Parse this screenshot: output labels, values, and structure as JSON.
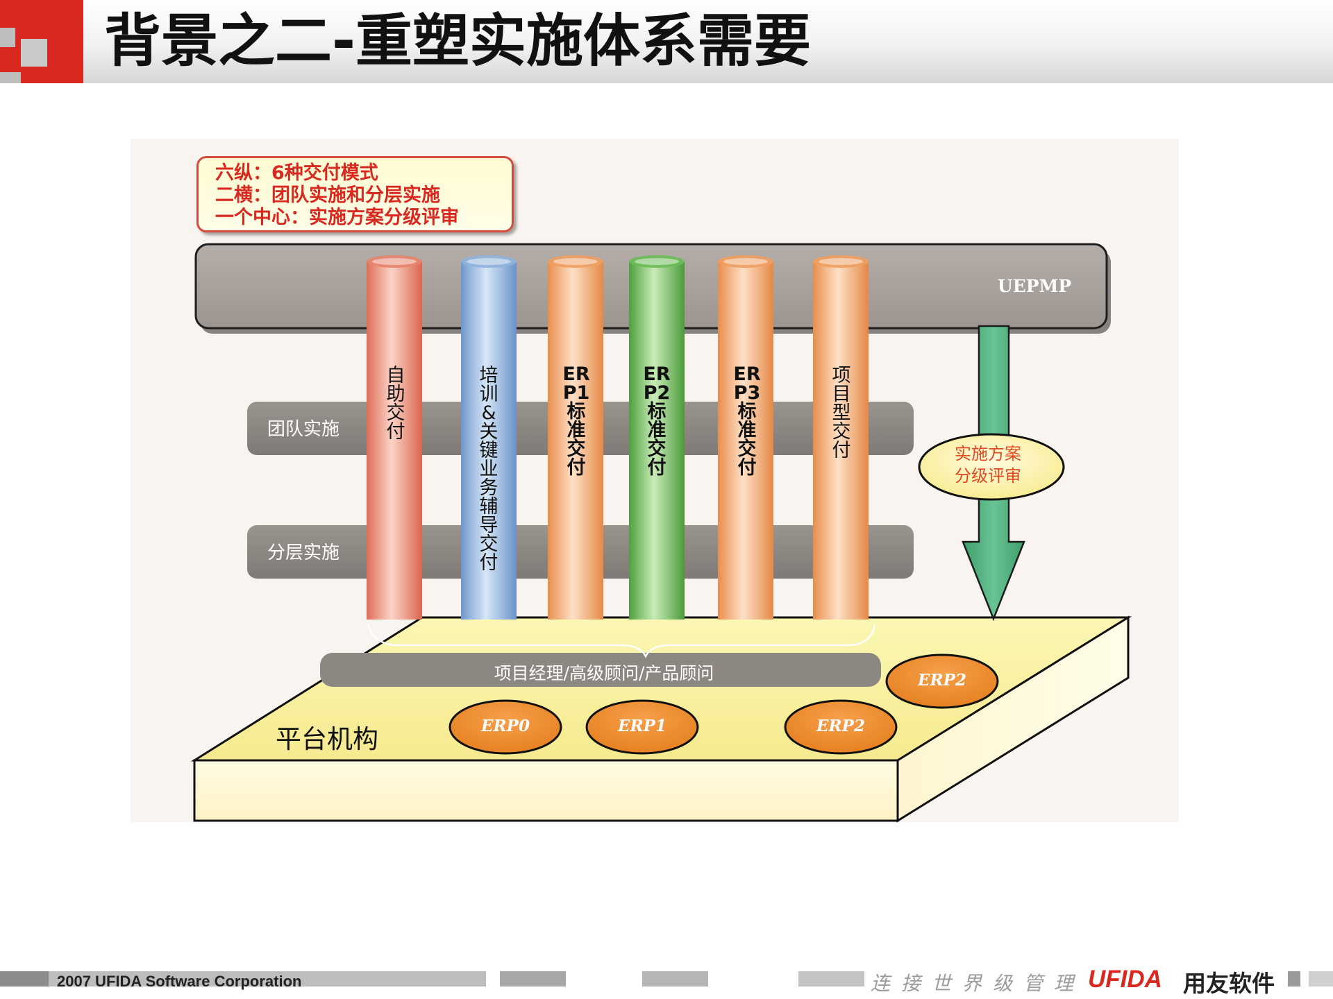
{
  "header": {
    "title": "背景之二-重塑实施体系需要"
  },
  "summary": {
    "lines": [
      "六纵：6种交付模式",
      "二横：团队实施和分层实施",
      "一个中心：实施方案分级评审"
    ]
  },
  "diagram": {
    "top_band": "UEPMP",
    "bands": [
      "团队实施",
      "分层实施"
    ],
    "pillars": [
      {
        "label": "自助交付",
        "color": "#e8846b"
      },
      {
        "label": "培训&关键业务辅导交付",
        "color": "#8fb3dc"
      },
      {
        "label": "ERP1标准交付",
        "color": "#ef9f60"
      },
      {
        "label": "ERP2标准交付",
        "color": "#6cbb57"
      },
      {
        "label": "ERP3标准交付",
        "color": "#ef9f60"
      },
      {
        "label": "项目型交付",
        "color": "#ef9f60"
      }
    ],
    "review": [
      "实施方案",
      "分级评审"
    ],
    "roles_bar": "项目经理/高级顾问/产品顾问",
    "platform": "平台机构",
    "erp_ovals": [
      "ERP0",
      "ERP1",
      "ERP2",
      "ERP2"
    ],
    "colors": {
      "band": "#8d8782",
      "top_band": "#a8a09b",
      "arrow": "#4dae7a",
      "platform_top": "#fbf1a4",
      "erp_oval": "#ef8a2a",
      "review_oval": "#fdf6b4",
      "accent_red": "#d8281f"
    }
  },
  "footer": {
    "copyright": "2007 UFIDA Software Corporation",
    "slogan": "连接世界级管理",
    "brand_en": "UFIDA",
    "brand_cn": "用友软件"
  }
}
